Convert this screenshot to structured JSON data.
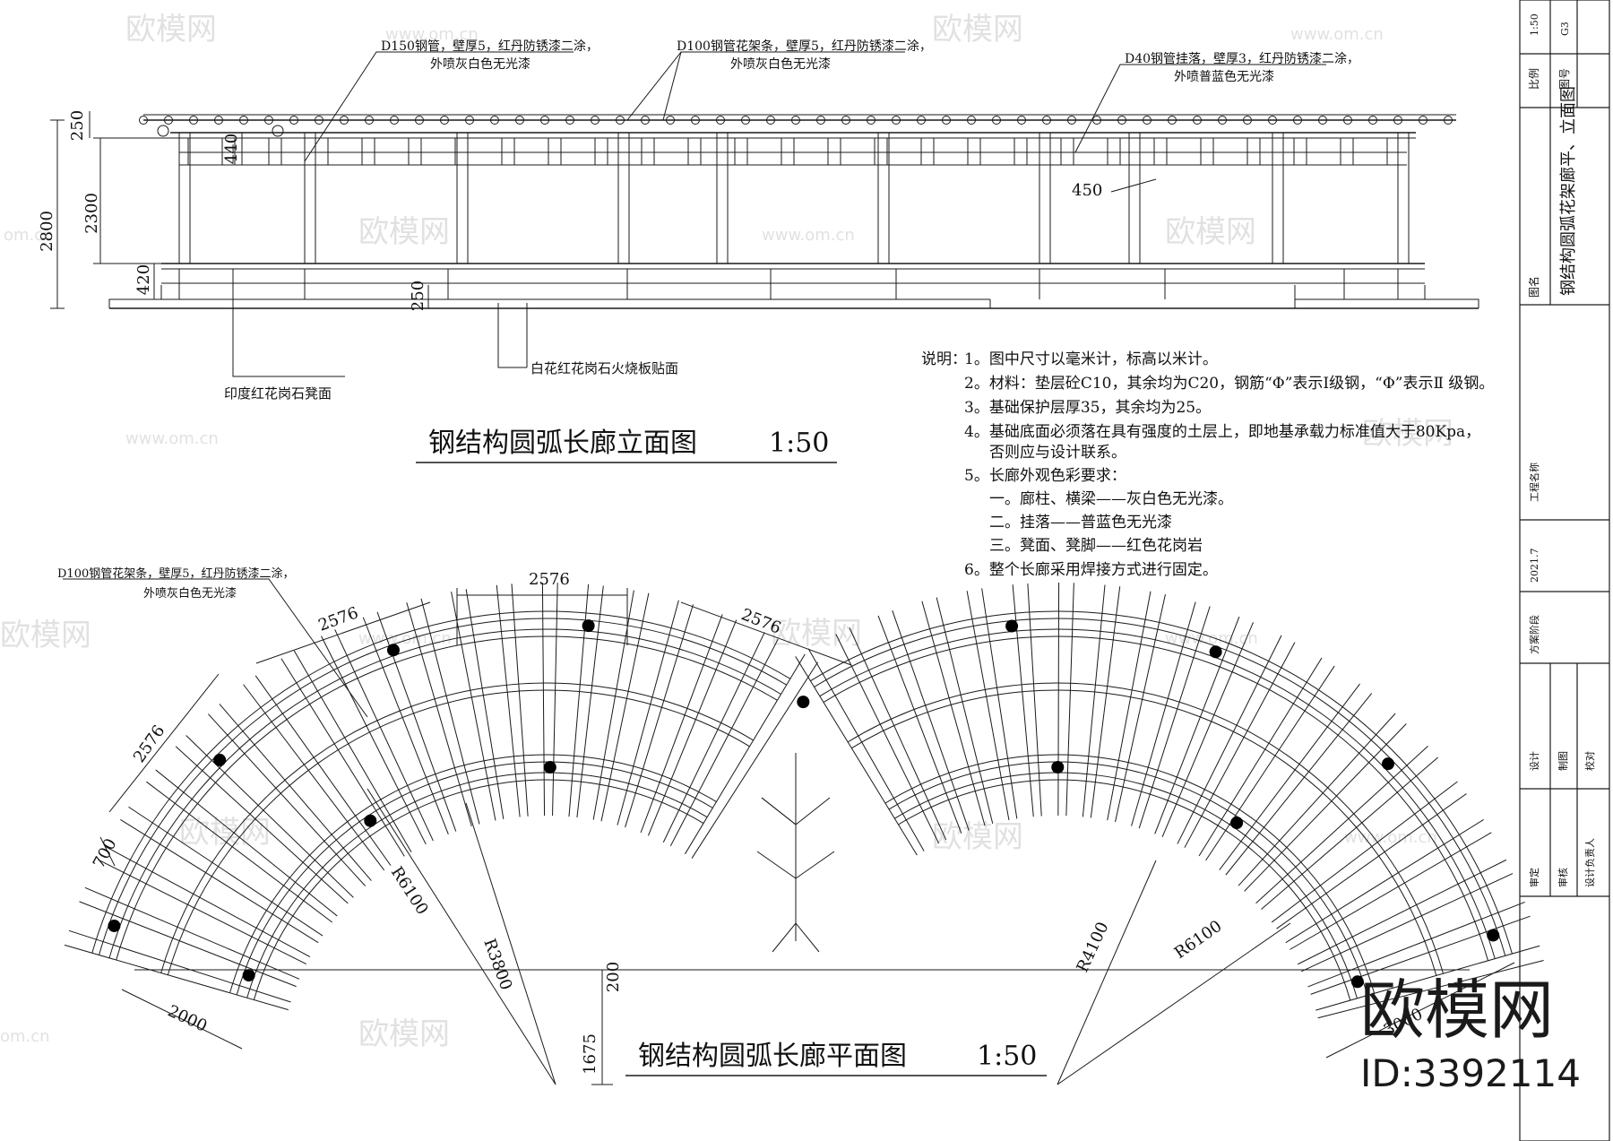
{
  "elevation": {
    "title": "钢结构圆弧长廊立面图",
    "scale": "1:50",
    "callouts": {
      "c1_line1": "D150钢管，壁厚5，红丹防锈漆二涂，",
      "c1_line2": "外喷灰白色无光漆",
      "c2_line1": "D100钢管花架条，壁厚5，红丹防锈漆二涂，",
      "c2_line2": "外喷灰白色无光漆",
      "c3_line1": "D40钢管挂落，壁厚3，红丹防锈漆二涂，",
      "c3_line2": "外喷普蓝色无光漆",
      "c4": "印度红花岗石凳面",
      "c5": "白花红花岗石火烧板贴面"
    },
    "dims": {
      "d2800": "2800",
      "d2300": "2300",
      "d250a": "250",
      "d440": "440",
      "d420": "420",
      "d250b": "250",
      "d450": "450"
    }
  },
  "notes": {
    "head": "说明：",
    "n1": "1。图中尺寸以毫米计，标高以米计。",
    "n2": "2。材料：垫层砼C10，其余均为C20，钢筋“Φ”表示Ⅰ级钢，“Φ”表示Ⅱ 级钢。",
    "n3": "3。基础保护层厚35，其余均为25。",
    "n4a": "4。基础底面必须落在具有强度的土层上，即地基承载力标准值大于80Kpa，",
    "n4b": "否则应与设计联系。",
    "n5": "5。长廊外观色彩要求：",
    "n5a": "一。廊柱、横梁——灰白色无光漆。",
    "n5b": "二。挂落——普蓝色无光漆",
    "n5c": "三。凳面、凳脚——红色花岗岩",
    "n6": "6。整个长廊采用焊接方式进行固定。"
  },
  "plan": {
    "title": "钢结构圆弧长廊平面图",
    "scale": "1:50",
    "callout_line1": "D100钢管花架条，壁厚5，红丹防锈漆二涂，",
    "callout_line2": "外喷灰白色无光漆",
    "dims": {
      "top": "2576",
      "upper_left": "2576",
      "upper_right": "2576",
      "left": "2576",
      "d700": "700",
      "d2000": "2000",
      "r6100a": "R6100",
      "r3800": "R3800",
      "d200": "200",
      "d1675": "1675",
      "r4100": "R4100",
      "r6100b": "R6100",
      "d3000": "3000"
    }
  },
  "titleblock": {
    "scale_label": "比例",
    "scale_value": "1:50",
    "drawing_no_label": "图号",
    "drawing_no_value": "G3",
    "drawing_name_label": "图名",
    "drawing_name": "钢结构圆弧花架廊平、立面图",
    "project_label": "工程名称",
    "date": "2021.7",
    "phase": "方案阶段",
    "design": "设计",
    "drafting": "制图",
    "check": "校对",
    "approve": "审定",
    "review": "审核",
    "lead": "设计负责人"
  },
  "brand": {
    "name": "欧模网",
    "id": "ID:3392114"
  },
  "watermarks": {
    "logo": "欧模网",
    "url": "www.om.cn",
    "short": "om.cn"
  }
}
